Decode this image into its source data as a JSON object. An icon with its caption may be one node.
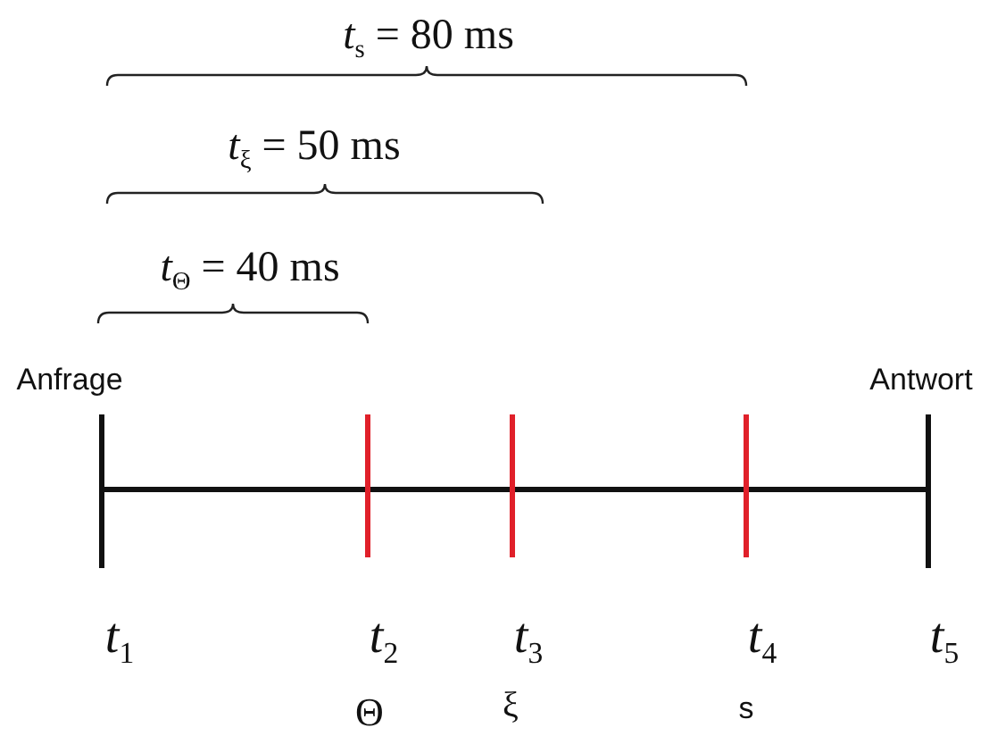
{
  "diagram": {
    "labels": [
      "*t*$_{s}$ = 80 ms",
      "*t*$_{ξ}$ = 50 ms",
      "*t*$_{Θ}$ = 40 ms",
      "Anfrage",
      "Antwort",
      "*t*$_{1}$",
      "*t*$_{2}$",
      "*t*$_{3}$",
      "*t*$_{4}$",
      "*t*$_{5}$",
      "Θ",
      "ξ",
      "s"
    ]
  }
}
